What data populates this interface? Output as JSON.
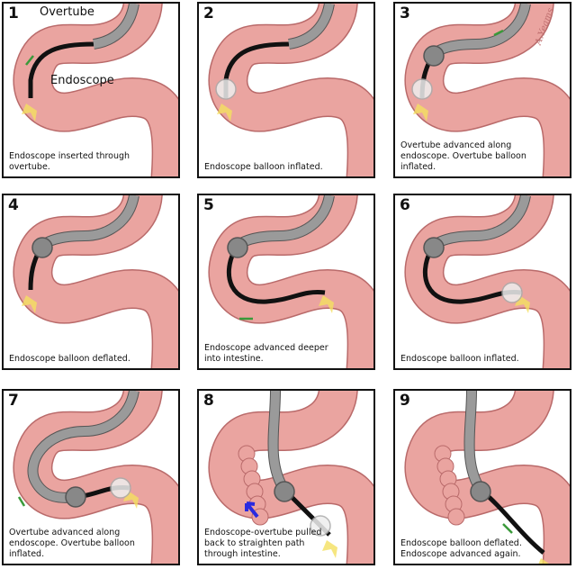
{
  "panels": [
    {
      "number": "1",
      "caption": "Endoscope inserted through overtube."
    },
    {
      "number": "2",
      "caption": "Endoscope balloon inflated."
    },
    {
      "number": "3",
      "caption": "Overtube advanced along endoscope. Overtube balloon inflated."
    },
    {
      "number": "4",
      "caption": "Endoscope balloon deflated."
    },
    {
      "number": "5",
      "caption": "Endoscope advanced deeper into intestine."
    },
    {
      "number": "6",
      "caption": "Endoscope balloon inflated."
    },
    {
      "number": "7",
      "caption": "Overtube advanced along endoscope. Overtube balloon inflated."
    },
    {
      "number": "8",
      "caption": "Endoscope-overtube pulled back to straighten path through intestine."
    },
    {
      "number": "9",
      "caption": "Endoscope balloon deflated. Endoscope advanced again."
    }
  ],
  "labels": {
    "overtube": "Overtube",
    "endoscope": "Endoscope"
  },
  "signature": "A.Yeams",
  "colors": {
    "tissue": "#eaa4a0",
    "tissue_edge": "#b96a6a",
    "scope": "#111111",
    "overtube": "#9a9a9a",
    "arrow_green": "#3a9a3a",
    "arrow_blue": "#2a2ae0"
  }
}
